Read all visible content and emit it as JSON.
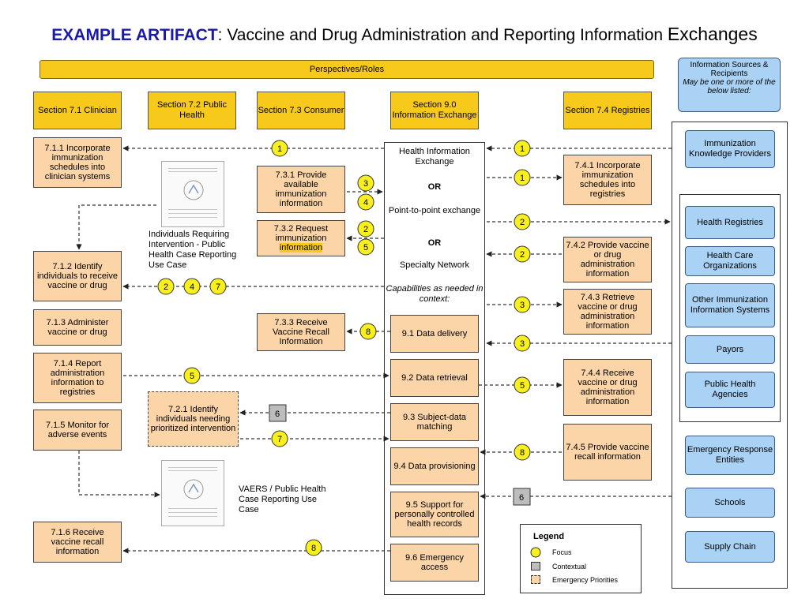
{
  "title": {
    "prefix": "EXAMPLE ARTIFACT",
    "main": ": Vaccine and Drug Administration and Reporting Information ",
    "last": "Exchanges"
  },
  "banner": "Perspectives/Roles",
  "sources_header": {
    "line1": "Information Sources & Recipients",
    "line2": "May be one or more of the below listed:"
  },
  "headers": {
    "clinician": "Section 7.1 Clinician",
    "public_health": "Section 7.2 Public Health",
    "consumer": "Section 7.3 Consumer",
    "info_exchange": "Section 9.0 Information Exchange",
    "registries": "Section 7.4 Registries"
  },
  "clinician": {
    "b711": "7.1.1 Incorporate immunization schedules into clinician systems",
    "b712": "7.1.2 Identify individuals to receive vaccine or drug",
    "b713": "7.1.3 Administer vaccine or drug",
    "b714": "7.1.4 Report administration information to registries",
    "b715": "7.1.5 Monitor for adverse events",
    "b716": "7.1.6 Receive vaccine recall information"
  },
  "public_health": {
    "b721": "7.2.1 Identify individuals needing prioritized intervention"
  },
  "consumer": {
    "b731": "7.3.1 Provide available immunization information",
    "b732_a": "7.3.2 Request immunization",
    "b732_b": "information",
    "b733": "7.3.3 Receive Vaccine Recall Information"
  },
  "registries": {
    "b741": "7.4.1 Incorporate immunization schedules into registries",
    "b742": "7.4.2 Provide vaccine or drug administration information",
    "b743": "7.4.3 Retrieve vaccine or drug administration information",
    "b744": "7.4.4 Receive vaccine or drug administration information",
    "b745": "7.4.5 Provide vaccine recall information"
  },
  "exchange": {
    "hie": "Health Information Exchange",
    "or1": "OR",
    "p2p": "Point-to-point exchange",
    "or2": "OR",
    "specialty": "Specialty Network",
    "capabilities": "Capabilities as needed in context:",
    "c91": "9.1 Data delivery",
    "c92": "9.2 Data retrieval",
    "c93": "9.3 Subject-data matching",
    "c94": "9.4 Data provisioning",
    "c95": "9.5 Support for personally controlled health records",
    "c96": "9.6 Emergency access"
  },
  "sources": {
    "s1": "Immunization Knowledge Providers",
    "s2": "Health Registries",
    "s3": "Health Care Organizations",
    "s4": "Other Immunization Information Systems",
    "s5": "Payors",
    "s6": "Public Health Agencies",
    "s7": "Emergency Response Entities",
    "s8": "Schools",
    "s9": "Supply Chain"
  },
  "captions": {
    "doc1": "Individuals Requiring Intervention - Public Health Case Reporting Use Case",
    "doc2": "VAERS / Public Health Case Reporting Use Case"
  },
  "legend": {
    "title": "Legend",
    "focus": "Focus",
    "contextual": "Contextual",
    "emergency": "Emergency Priorities"
  },
  "markers": {
    "m1a": "1",
    "m1b": "1",
    "m1c": "1",
    "m3a": "3",
    "m4a": "4",
    "m2a": "2",
    "m5a": "5",
    "m2b": "2",
    "m4b": "4",
    "m7a": "7",
    "m2c": "2",
    "m2d": "2",
    "m3b": "3",
    "m8a": "8",
    "m3c": "3",
    "m5b": "5",
    "m5c": "5",
    "m6a": "6",
    "m7b": "7",
    "m8b": "8",
    "m6b": "6",
    "m8c": "8"
  },
  "colors": {
    "focus": "#f7f01e",
    "contextual": "#bdbdbd",
    "task_box": "#fbd5a8",
    "header": "#f7c91a",
    "source": "#a9d2f5",
    "title_accent": "#1a1aa8"
  }
}
